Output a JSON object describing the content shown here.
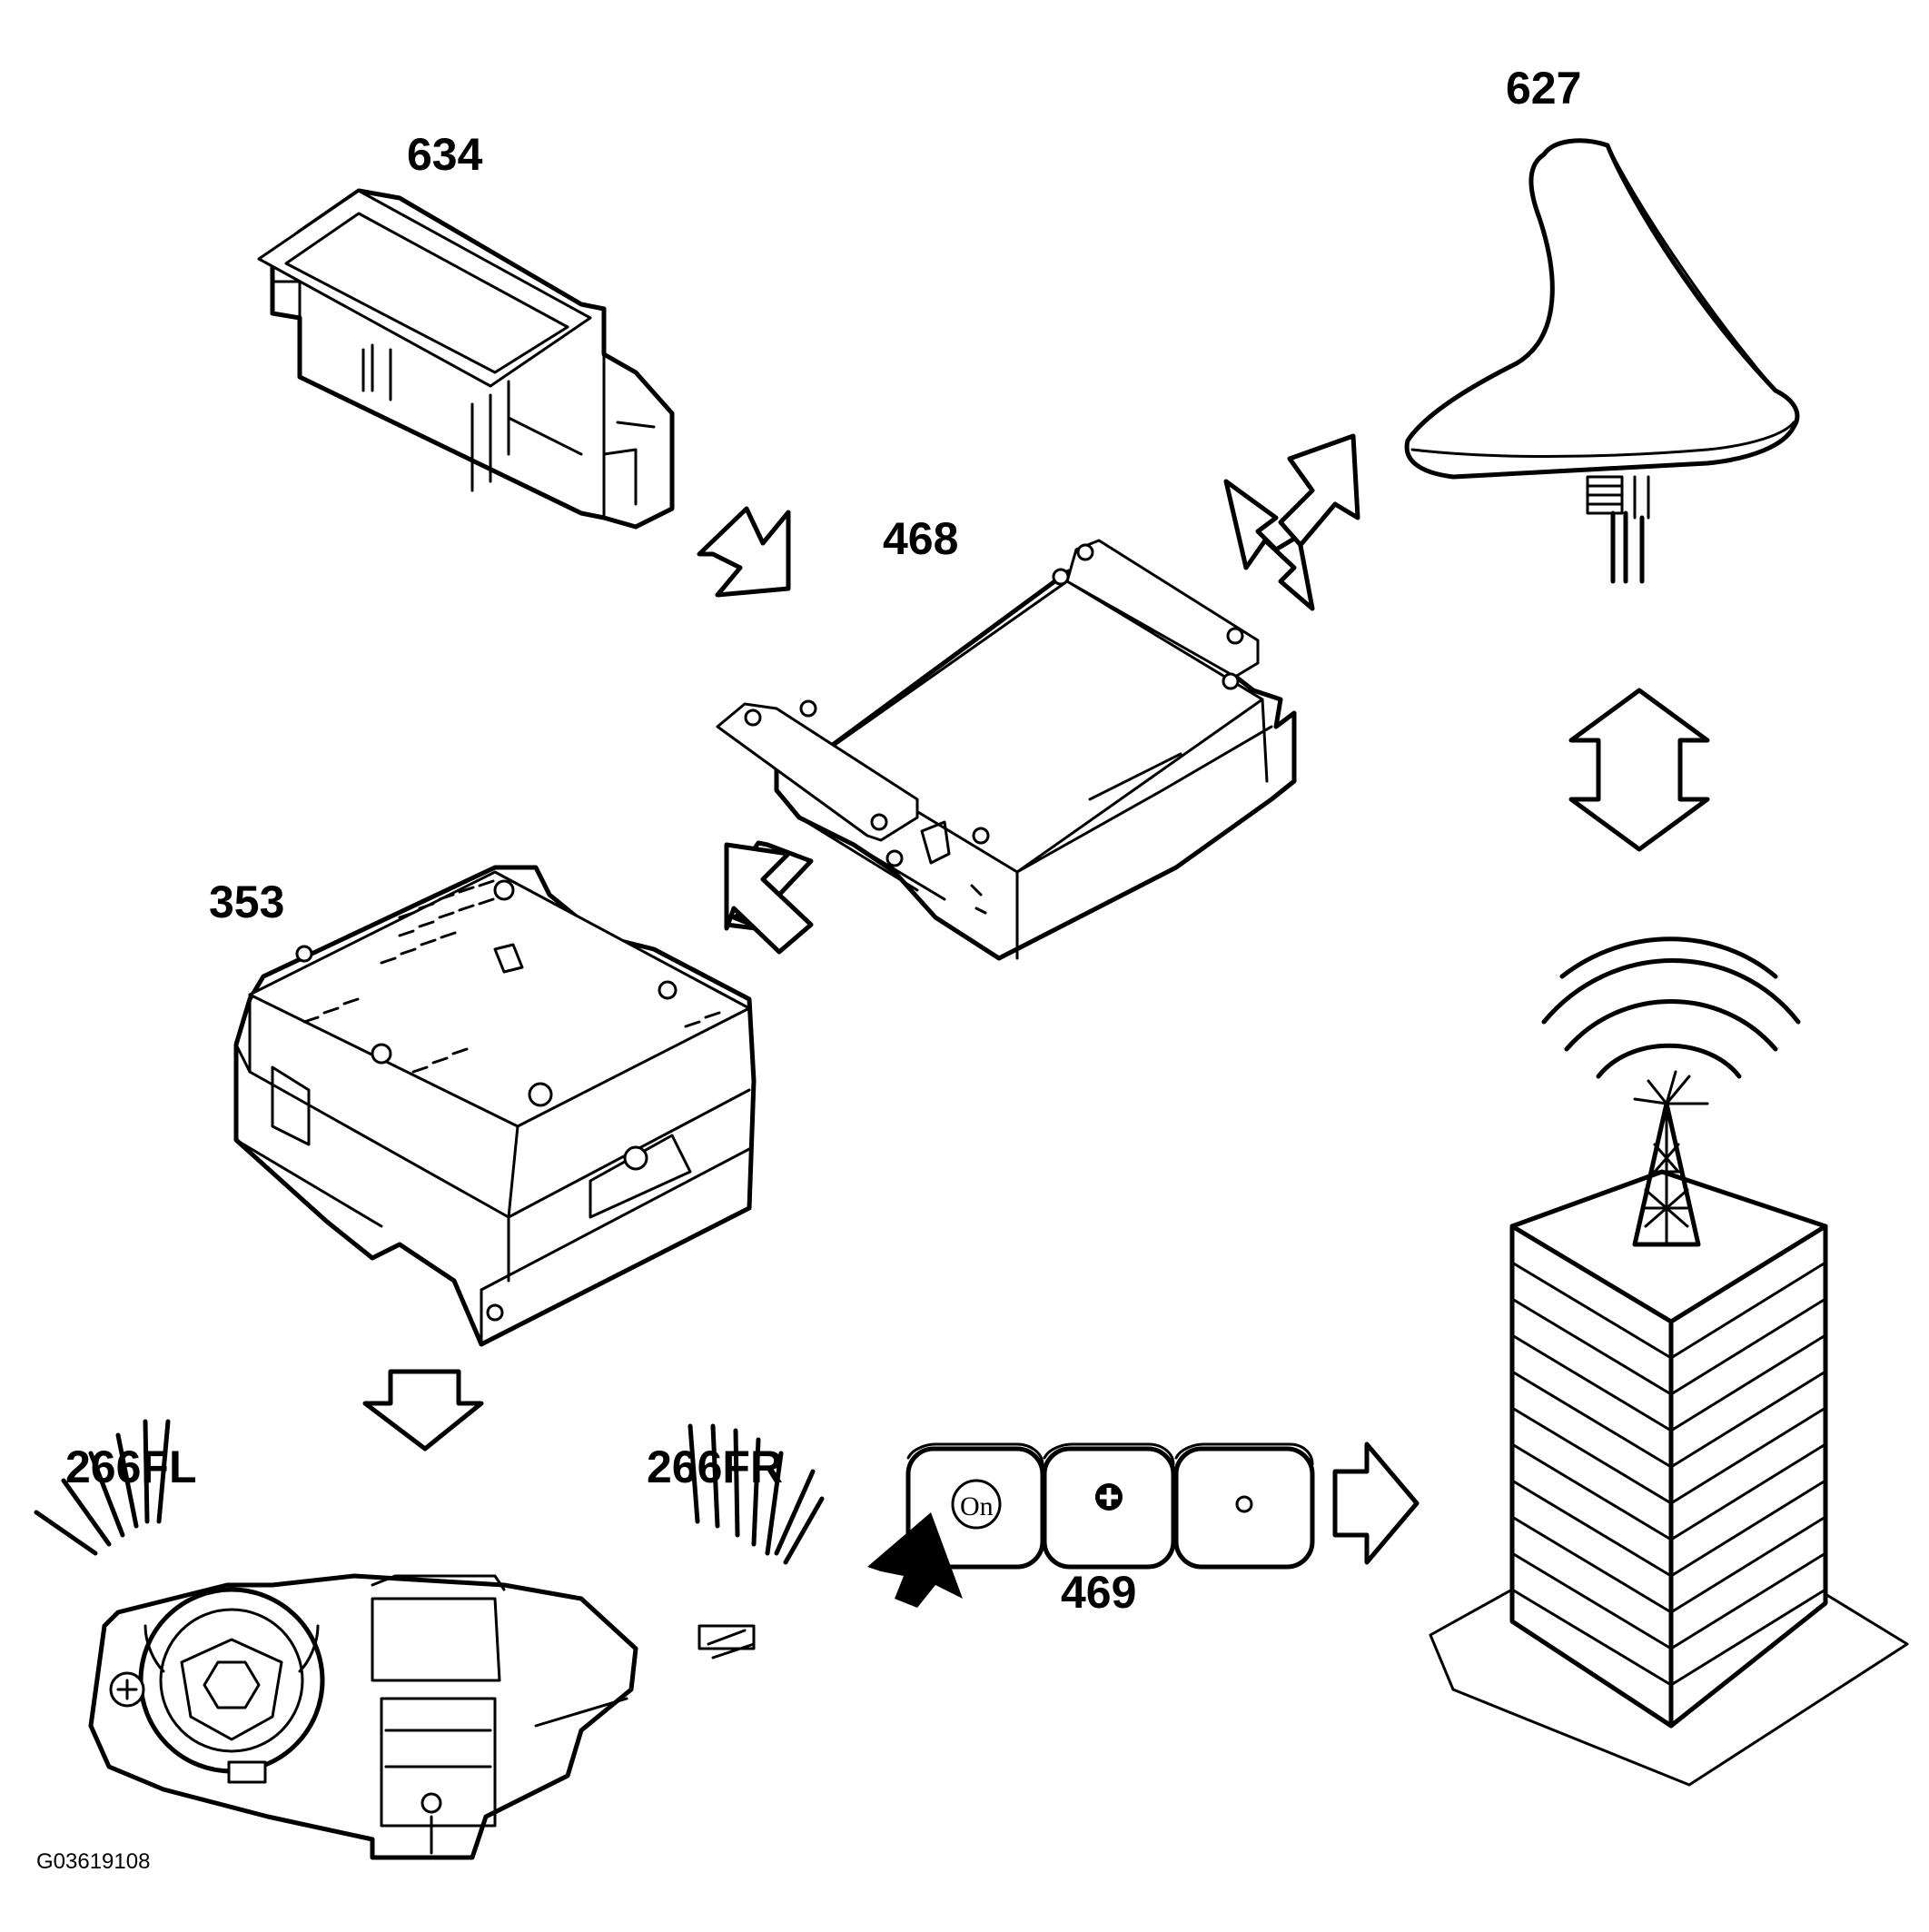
{
  "labels": {
    "microphone": "634",
    "antenna": "627",
    "telematics_module": "468",
    "radio_unit": "353",
    "speaker_front_left": "266FL",
    "speaker_front_right": "266FR",
    "button_panel": "469"
  },
  "figure_code": "G03619108",
  "colors": {
    "line": "#000000",
    "background": "#ffffff"
  }
}
